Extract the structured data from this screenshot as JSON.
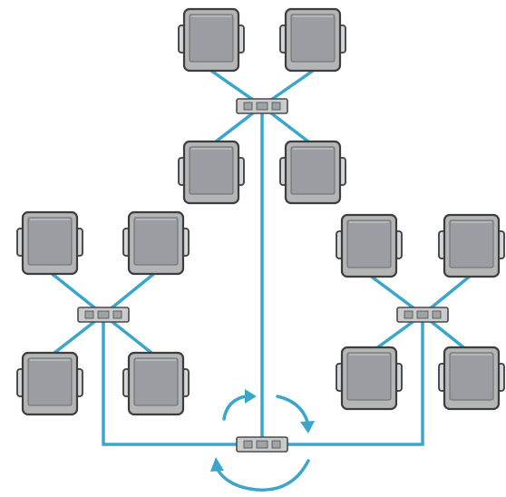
{
  "diagram": {
    "type": "hierarchical-star-network",
    "link_color": "#3aa6cc",
    "device_fill": "#b3b5b7",
    "hub_fill": "#c9cbcd",
    "groups": [
      {
        "id": "top",
        "hub": "hub-top",
        "computers": 4
      },
      {
        "id": "left",
        "hub": "hub-left",
        "computers": 4
      },
      {
        "id": "right",
        "hub": "hub-right",
        "computers": 4
      }
    ],
    "central_hub": {
      "id": "hub-central",
      "has_circulation_arrows": true
    },
    "icons": {
      "computer": "computer-icon",
      "hub": "hub-icon",
      "rotate_arrow": "rotate-arrow-icon"
    }
  }
}
